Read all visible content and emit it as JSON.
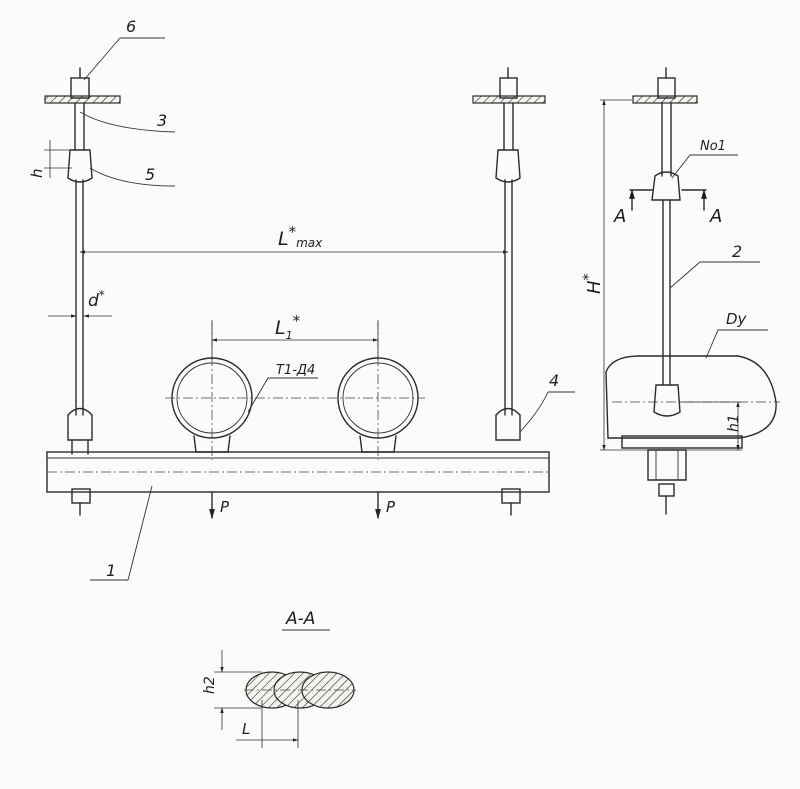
{
  "labels": {
    "callout_6": "6",
    "callout_3": "3",
    "callout_5": "5",
    "callout_2": "2",
    "callout_4": "4",
    "callout_1": "1",
    "no1": "No1",
    "dy": "Dy",
    "pipe_type": "T1-Д4",
    "dim_h": "h",
    "dim_d_base": "d",
    "dim_lmax_base": "L",
    "dim_lmax_sub": "max",
    "dim_l1_base": "L",
    "dim_l1_sub": "1",
    "dim_H_base": "H",
    "dim_h1": "h1",
    "dim_h2": "h2",
    "dim_L": "L",
    "star": "*",
    "load_p": "P",
    "section_mark": "A",
    "section_title": "A-A"
  }
}
